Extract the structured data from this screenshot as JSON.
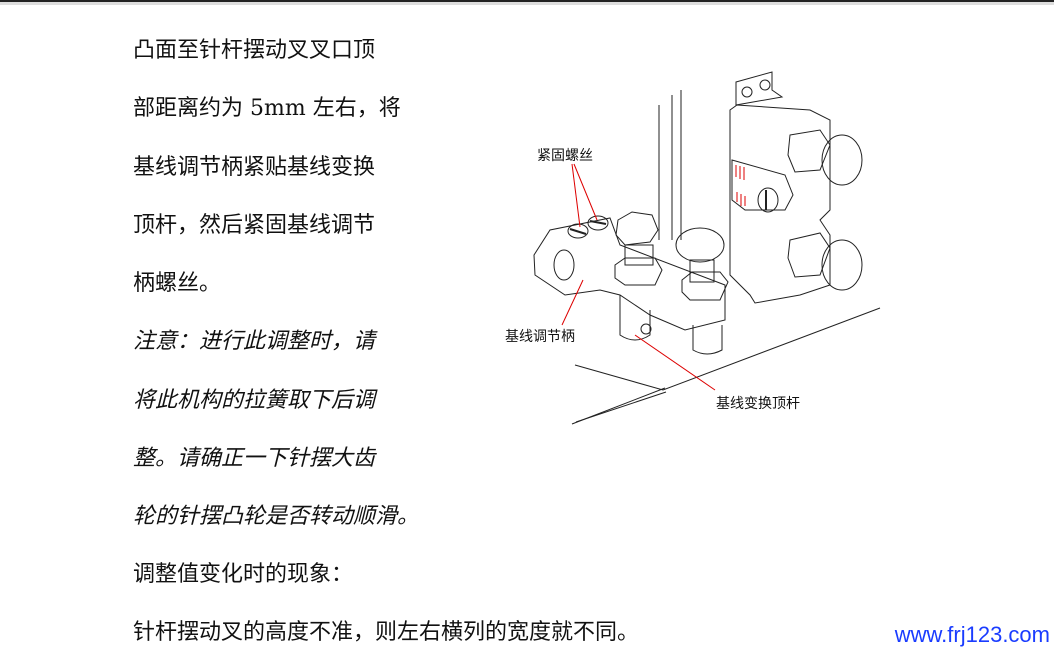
{
  "text_lines": [
    "凸面至针杆摆动叉叉口顶",
    "部距离约为 5mm 左右，将",
    "基线调节柄紧贴基线变换",
    "顶杆，然后紧固基线调节",
    "柄螺丝。",
    "注意：进行此调整时，请",
    "将此机构的拉簧取下后调",
    "整。请确正一下针摆大齿",
    "轮的针摆凸轮是否转动顺滑。",
    "调整值变化时的现象：",
    "针杆摆动叉的高度不准，则左右横列的宽度就不同。"
  ],
  "diagram_labels": {
    "screws": "紧固螺丝",
    "handle": "基线调节柄",
    "rod": "基线变换顶杆"
  },
  "watermark": "www.frj123.com"
}
